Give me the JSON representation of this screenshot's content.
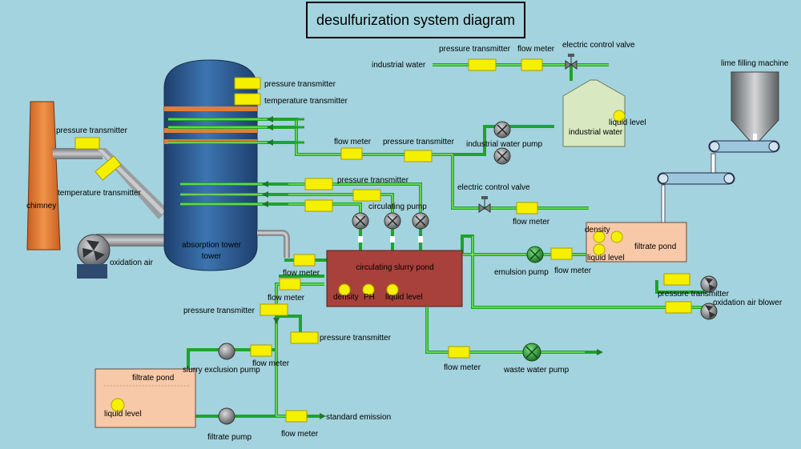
{
  "title": "desulfurization system diagram",
  "colors": {
    "background": "#a3d3de",
    "pipe": "#1fa32a",
    "pipe_highlight": "#8ff06a",
    "instrument": "#f5f000",
    "pond_brown": "#a8413b",
    "pond_peach": "#f7c9a8",
    "tower_blue": "#2d5b8f",
    "chimney_orange": "#e47c37",
    "tank_green": "#d8e8c0"
  },
  "equipment": {
    "chimney": "chimney",
    "absorption_tower": "absorption tower",
    "oxidation_air": "oxidation air",
    "industrial_water_tank": "industrial water",
    "lime_filling_machine": "lime filling machine",
    "filtrate_pond_right": "filtrate pond",
    "filtrate_pond_left": "filtrate pond",
    "circulating_slurry_pond": "circulating slurry pond"
  },
  "labels": {
    "pt_tower_top": "pressure transmitter",
    "tt_tower_top": "temperature transmitter",
    "pt_chimney": "pressure transmitter",
    "tt_chimney": "temperature transmitter",
    "industrial_water": "industrial water",
    "pt_water": "pressure transmitter",
    "fm_water": "flow meter",
    "ecv_water": "electric control valve",
    "liquid_level_tank": "liquid level",
    "industrial_water_pump": "industrial water pump",
    "fm_spray": "flow meter",
    "pt_spray": "pressure transmitter",
    "pt_circ": "pressure transmitter",
    "circulating_pump": "circulating pump",
    "ecv_filtrate": "electric control valve",
    "fm_filtrate": "flow meter",
    "density_right": "density",
    "liquid_level_right": "liquid level",
    "emulsion_pump": "emulsion pump",
    "fm_emulsion": "flow meter",
    "fm_slurry_out": "flow meter",
    "fm_slurry_out2": "flow meter",
    "density_pond": "density",
    "ph_pond": "PH",
    "liquid_level_pond": "liquid level",
    "pt_left": "pressure transmitter",
    "pt_left2": "pressure transmitter",
    "slurry_exclusion_pump": "slurry exclusion pump",
    "fm_exclusion": "flow meter",
    "liquid_level_left": "liquid level",
    "filtrate_pump": "filtrate pump",
    "fm_emission": "flow meter",
    "standard_emission": "standard emission",
    "fm_waste": "flow meter",
    "waste_water_pump": "waste water pump",
    "pt_blower": "pressure transmitter",
    "oxidation_air_blower": "oxidation air blower"
  }
}
